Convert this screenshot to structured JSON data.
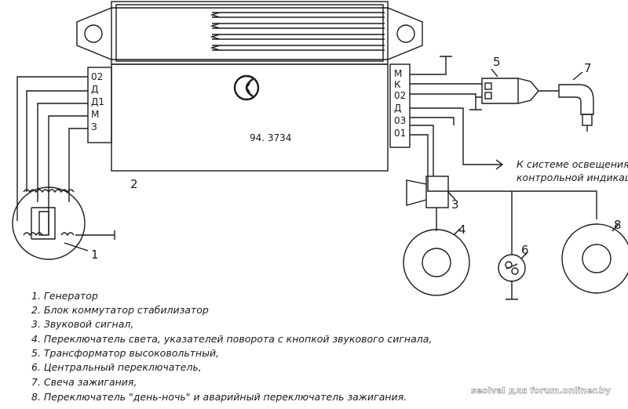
{
  "block": {
    "model": "94. 3734",
    "pins_left": [
      "02",
      "Д",
      "Д1",
      "М",
      "З"
    ],
    "pins_right": [
      "М",
      "К",
      "02",
      "Д",
      "03",
      "01"
    ]
  },
  "callouts": [
    "1",
    "2",
    "3",
    "4",
    "5",
    "6",
    "7",
    "8"
  ],
  "arrow_caption": [
    "К системе освещения и",
    "контрольной индикации"
  ],
  "legend": [
    "1. Генератор",
    "2. Блок коммутатор стабилизатор",
    "3. Звуковой сигнал,",
    "4. Переключатель света, указателей поворота с кнопкой звукового сигнала,",
    "5. Трансформатор высоковольтный,",
    "6. Центральный переключатель,",
    "7. Свеча зажигания,",
    "8. Переключатель \"день-ночь\" и аварийный переключатель зажигания."
  ],
  "watermark": "seolval для forum.onliner.by"
}
